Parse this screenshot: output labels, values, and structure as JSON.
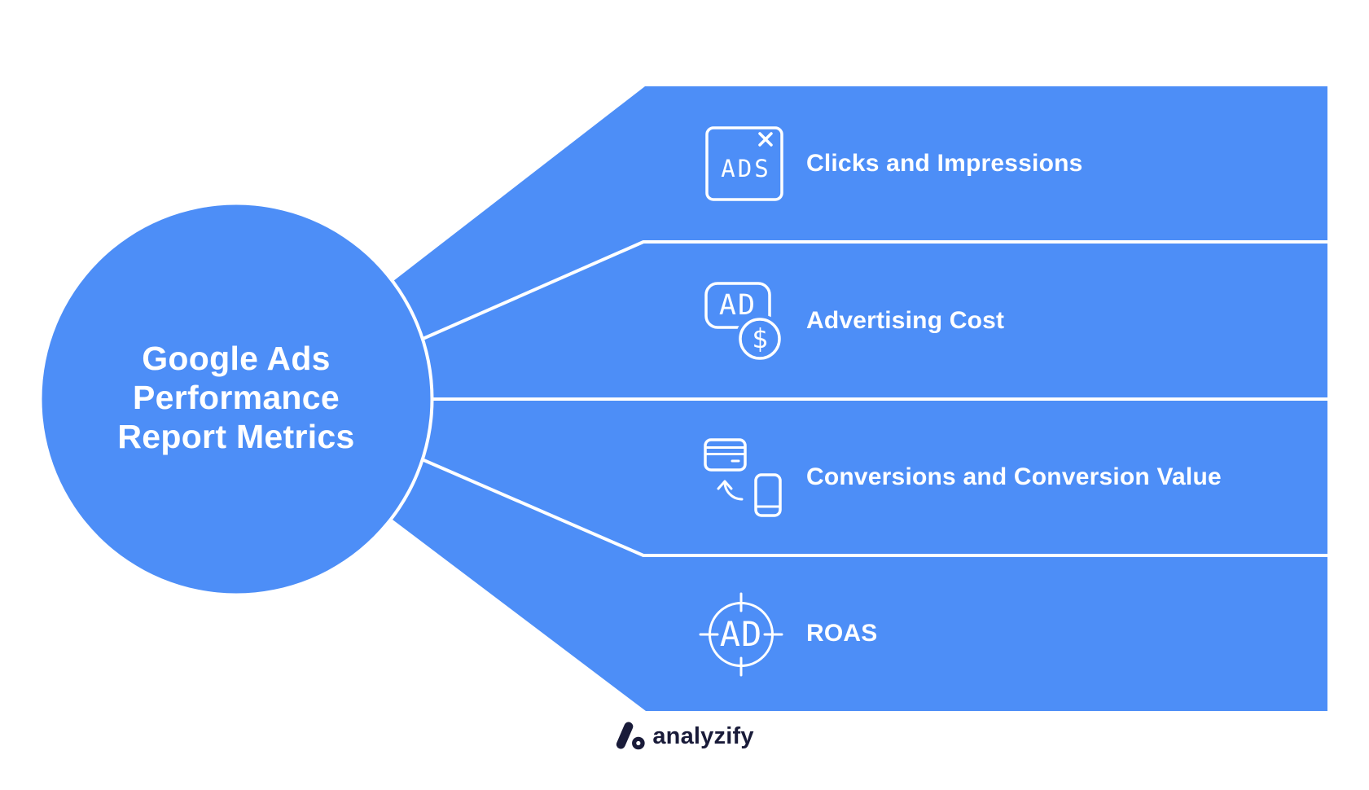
{
  "colors": {
    "blue": "#4D8EF7",
    "white": "#FFFFFF",
    "navy": "#191B39"
  },
  "center": {
    "title_lines": [
      "Google Ads",
      "Performance",
      "Report Metrics"
    ]
  },
  "branches": [
    {
      "label": "Clicks and Impressions",
      "icon": "ads-window-close-icon",
      "icon_text": "ADS"
    },
    {
      "label": "Advertising Cost",
      "icon": "ad-dollar-icon",
      "icon_text": "AD",
      "icon_symbol": "$"
    },
    {
      "label": "Conversions and Conversion Value",
      "icon": "card-phone-sync-icon"
    },
    {
      "label": "ROAS",
      "icon": "ad-target-icon",
      "icon_text": "AD"
    }
  ],
  "footer": {
    "brand": "analyzify"
  }
}
